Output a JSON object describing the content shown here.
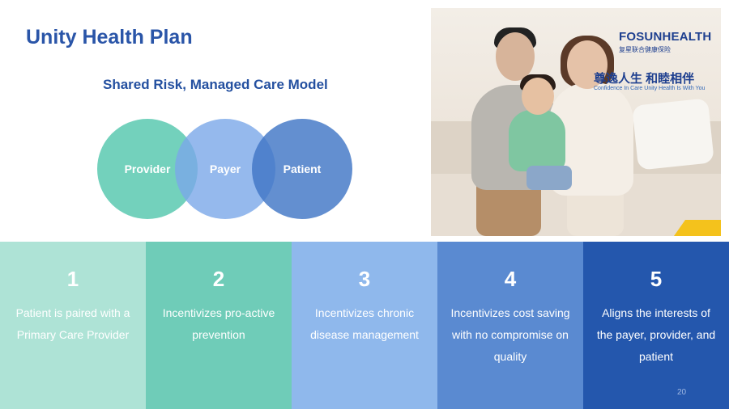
{
  "slide": {
    "title": "Unity Health Plan",
    "subtitle": "Shared Risk, Managed Care Model",
    "page_number": "20"
  },
  "venn": {
    "circles": [
      {
        "label": "Provider",
        "color": "#67cdb6"
      },
      {
        "label": "Payer",
        "color": "#7aa8e8"
      },
      {
        "label": "Patient",
        "color": "#4176c6"
      }
    ]
  },
  "brand": {
    "logo_text": "FOSUNHEALTH",
    "logo_subtext": "复星联合健康保险",
    "tagline_cn": "尊逸人生  和睦相伴",
    "tagline_en": "Confidence In Care Unity Health Is With You",
    "brand_color": "#1e3f8f",
    "accent_color": "#f4c21c"
  },
  "steps": [
    {
      "number": "1",
      "text": "Patient is paired with a Primary Care Provider",
      "color": "#aee3d6"
    },
    {
      "number": "2",
      "text": "Incentivizes pro-active prevention",
      "color": "#6fccb8"
    },
    {
      "number": "3",
      "text": "Incentivizes chronic disease management",
      "color": "#8fb8ec"
    },
    {
      "number": "4",
      "text": "Incentivizes cost saving with no compromise on quality",
      "color": "#5a8ad1"
    },
    {
      "number": "5",
      "text": "Aligns the interests of the payer, provider, and patient",
      "color": "#2457ad"
    }
  ]
}
